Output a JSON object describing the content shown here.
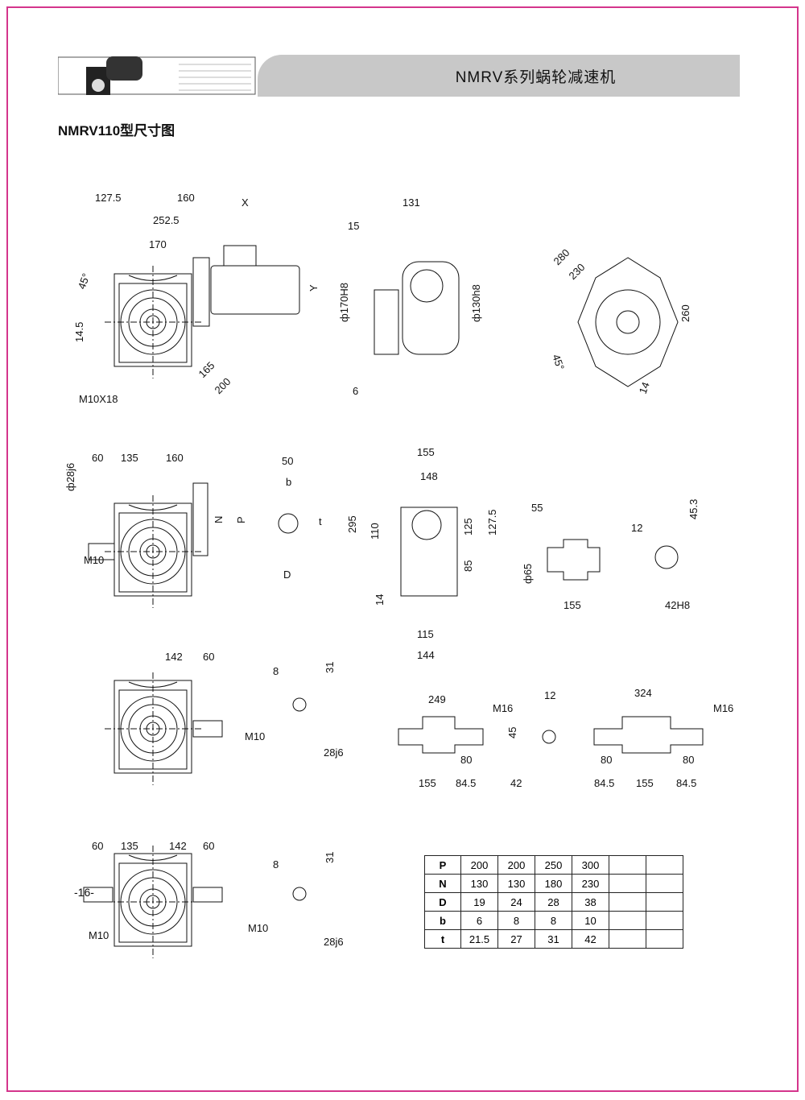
{
  "header": {
    "title": "NMRV系列蜗轮减速机",
    "subtitle": "NMRV110型尺寸图",
    "page_number": "-16-",
    "border_color": "#d4358c"
  },
  "views": {
    "motor_front": [
      "127.5",
      "160",
      "X",
      "252.5",
      "170",
      "45°",
      "14.5",
      "Y",
      "165",
      "200",
      "M10X18"
    ],
    "motor_side": [
      "131",
      "15",
      "ф170H8",
      "ф130h8",
      "6"
    ],
    "flange": [
      "280",
      "230",
      "260",
      "45°",
      "14"
    ],
    "input_front": [
      "60",
      "135",
      "160",
      "ф28j6",
      "N",
      "P",
      "M10"
    ],
    "key_section": [
      "50",
      "b",
      "t",
      "D"
    ],
    "side_view": [
      "155",
      "148",
      "295",
      "110",
      "125",
      "127.5",
      "85",
      "14",
      "115",
      "144"
    ],
    "hollow_top": [
      "55",
      "ф65",
      "155"
    ],
    "hollow_bore": [
      "12",
      "45.3",
      "42H8"
    ],
    "output_single": [
      "142",
      "60",
      "M10"
    ],
    "out_key1": [
      "8",
      "31",
      "28j6"
    ],
    "shaft_single": [
      "249",
      "M16",
      "80",
      "155",
      "84.5"
    ],
    "out_key2": [
      "12",
      "45",
      "42"
    ],
    "shaft_double": [
      "324",
      "M16",
      "80",
      "80",
      "84.5",
      "155",
      "84.5"
    ],
    "output_double": [
      "60",
      "135",
      "142",
      "60",
      "M10",
      "M10"
    ],
    "out_key3": [
      "8",
      "31",
      "28j6"
    ]
  },
  "table": {
    "rows": [
      {
        "label": "P",
        "values": [
          "200",
          "200",
          "250",
          "300",
          "",
          ""
        ]
      },
      {
        "label": "N",
        "values": [
          "130",
          "130",
          "180",
          "230",
          "",
          ""
        ]
      },
      {
        "label": "D",
        "values": [
          "19",
          "24",
          "28",
          "38",
          "",
          ""
        ]
      },
      {
        "label": "b",
        "values": [
          "6",
          "8",
          "8",
          "10",
          "",
          ""
        ]
      },
      {
        "label": "t",
        "values": [
          "21.5",
          "27",
          "31",
          "42",
          "",
          ""
        ]
      }
    ]
  }
}
